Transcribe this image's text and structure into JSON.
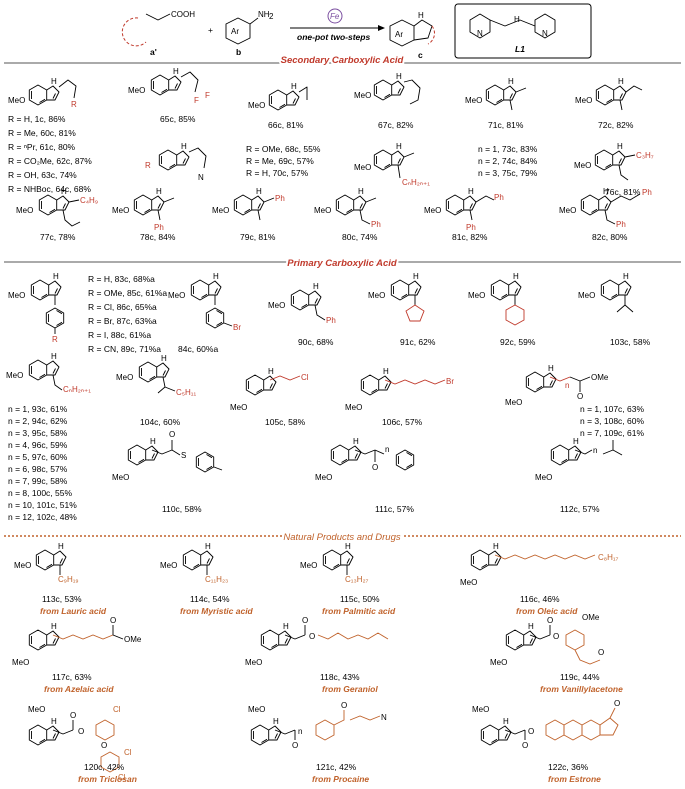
{
  "header": {
    "reagent_a": "a'",
    "reagent_b": "b",
    "product": "c",
    "acid_label": "COOH",
    "amine_label": "NH",
    "amine_sub": "2",
    "ar": "Ar",
    "catalyst": "Fe",
    "conditions": "one-pot two-steps",
    "ligand": "L1",
    "nh": "NH",
    "n": "N",
    "h": "H"
  },
  "sections": {
    "secondary": "Secondary Carboxylic Acid",
    "primary": "Primary Carboxylic Acid",
    "natural": "Natural Products and Drugs"
  },
  "secondary_rows": [
    [
      "R = H, 1c, 86%",
      "R = Me, 60c, 81%",
      "R = ⁿPr, 61c, 80%",
      "R = CO₂Me, 62c, 87%",
      "R = OH, 63c, 74%",
      "R = NHBoc, 64c, 68%"
    ],
    [
      "65c, 85%",
      "66c, 81%",
      "67c, 82%",
      "71c, 81%",
      "72c, 82%"
    ],
    [
      "R = OMe, 68c, 55%",
      "R = Me, 69c, 57%",
      "R = H, 70c, 57%"
    ],
    [
      "n = 1, 73c, 83%",
      "n = 2, 74c, 84%",
      "n = 3, 75c, 79%"
    ],
    [
      "76c, 81%",
      "77c, 78%",
      "78c, 84%",
      "79c, 81%",
      "80c, 74%",
      "81c, 82%",
      "82c, 80%"
    ]
  ],
  "primary_rows": [
    [
      "R = H, 83c, 68%a",
      "R = OMe, 85c, 61%a",
      "R = Cl, 86c, 65%a",
      "R = Br, 87c, 63%a",
      "R = I, 88c, 61%a",
      "R = CN, 89c, 71%a"
    ],
    [
      "84c, 60%a",
      "90c, 68%",
      "91c, 62%",
      "92c, 59%",
      "103c, 58%"
    ],
    [
      "n = 1, 93c, 61%",
      "n = 2, 94c, 62%",
      "n = 3, 95c, 58%",
      "n = 4, 96c, 59%",
      "n = 5, 97c, 60%",
      "n = 6, 98c, 57%",
      "n = 7, 99c, 58%",
      "n = 8, 100c, 55%",
      "n = 10, 101c, 51%",
      "n = 12, 102c, 48%"
    ],
    [
      "104c, 60%",
      "105c, 58%",
      "106c, 57%"
    ],
    [
      "n = 1, 107c, 63%",
      "n = 3, 108c, 60%",
      "n = 7, 109c, 61%"
    ],
    [
      "110c, 58%",
      "111c, 57%",
      "112c, 57%"
    ]
  ],
  "natural": [
    {
      "label": "113c, 53%",
      "from": "from Lauric acid",
      "chain": "C₉H₁₉"
    },
    {
      "label": "114c, 54%",
      "from": "from Myristic acid",
      "chain": "C₁₁H₂₃"
    },
    {
      "label": "115c, 50%",
      "from": "from Palmitic acid",
      "chain": "C₁₃H₂₇"
    },
    {
      "label": "116c, 46%",
      "from": "from Oleic acid",
      "chain": "C₈H₁₇"
    },
    {
      "label": "117c, 63%",
      "from": "from Azelaic acid"
    },
    {
      "label": "118c, 43%",
      "from": "from Geraniol"
    },
    {
      "label": "119c, 44%",
      "from": "from Vanillylacetone"
    },
    {
      "label": "120c, 42%",
      "from": "from Triclosan"
    },
    {
      "label": "121c, 42%",
      "from": "from Procaine"
    },
    {
      "label": "122c, 36%",
      "from": "from Estrone"
    }
  ],
  "atoms": {
    "meo": "MeO",
    "hn": "HN",
    "f": "F",
    "r": "R",
    "ph": "Ph",
    "cl": "Cl",
    "br": "Br",
    "o": "O",
    "s": "S",
    "ome": "OMe",
    "cnh": "CₙH₂ₙ₊₁",
    "c3h7": "C₃H₇",
    "c4h9": "C₄H₉",
    "c5h11": "C₅H₁₁",
    "n_sub": "n",
    "me": "N"
  },
  "colors": {
    "accent_red": "#c0392b",
    "accent_orange": "#c0622b",
    "catalyst_purple": "#7b4fa0"
  }
}
